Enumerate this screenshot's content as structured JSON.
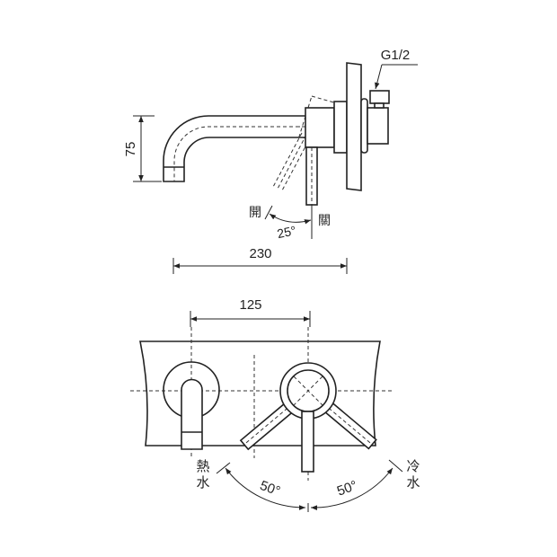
{
  "side_view": {
    "height_dim": "75",
    "thread_label": "G1/2",
    "open_label": "開",
    "close_label": "關",
    "rotation_angle": "25°"
  },
  "dimensions": {
    "total_length": "230",
    "center_distance": "125"
  },
  "front_view": {
    "hot_label_line1": "熱",
    "hot_label_line2": "水",
    "cold_label_line1": "冷",
    "cold_label_line2": "水",
    "hot_angle": "50°",
    "cold_angle": "50°"
  }
}
